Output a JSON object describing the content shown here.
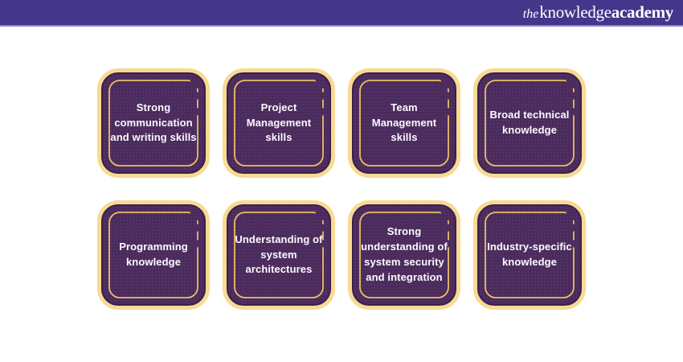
{
  "header": {
    "logo": {
      "the": "the",
      "knowledge": "knowledge",
      "academy": "academy"
    },
    "background": "#43368b"
  },
  "colors": {
    "header_bg": "#43368b",
    "card_fill": "#4b2b5d",
    "card_border_cream": "#f8da92",
    "card_ring_dark": "#3a1f4e",
    "inner_outline_gold": "#eabf63",
    "card_text": "#fdfbfe",
    "page_bg": "#ffffff"
  },
  "cards": [
    {
      "label": "Strong communication and writing skills"
    },
    {
      "label": "Project Management skills"
    },
    {
      "label": "Team Management skills"
    },
    {
      "label": "Broad technical knowledge"
    },
    {
      "label": "Programming knowledge"
    },
    {
      "label": "Understanding of system architectures"
    },
    {
      "label": "Strong understanding of system security and integration"
    },
    {
      "label": "Industry-specific knowledge"
    }
  ]
}
